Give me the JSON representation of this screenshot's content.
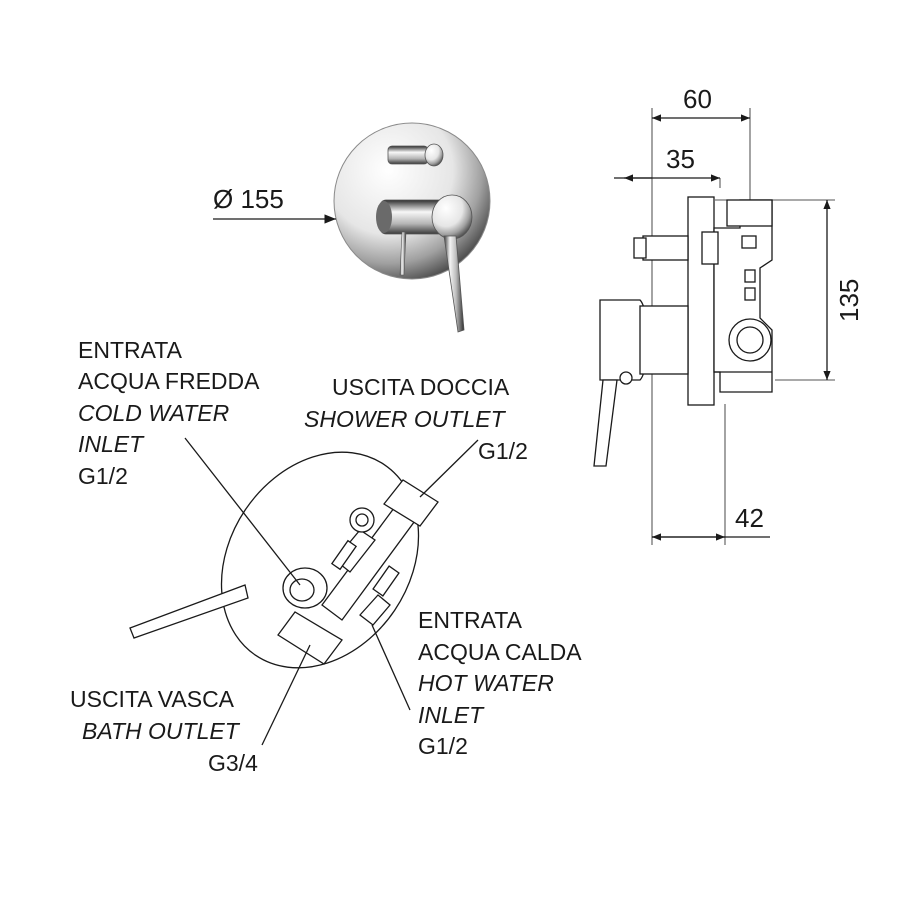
{
  "front": {
    "diameter_label": "Ø 155"
  },
  "side": {
    "dim_60": "60",
    "dim_35": "35",
    "dim_135": "135",
    "dim_42": "42"
  },
  "labels": {
    "cold": {
      "l1": "ENTRATA",
      "l2": "ACQUA FREDDA",
      "l3": "COLD WATER",
      "l4": "INLET",
      "l5": "G1/2"
    },
    "shower": {
      "l1": "USCITA DOCCIA",
      "l2": "SHOWER OUTLET",
      "l3": "G1/2"
    },
    "hot": {
      "l1": "ENTRATA",
      "l2": "ACQUA CALDA",
      "l3": "HOT WATER",
      "l4": "INLET",
      "l5": "G1/2"
    },
    "bath": {
      "l1": "USCITA VASCA",
      "l2": "BATH OUTLET",
      "l3": "G3/4"
    }
  },
  "colors": {
    "line": "#1a1a1a",
    "background": "#ffffff"
  }
}
